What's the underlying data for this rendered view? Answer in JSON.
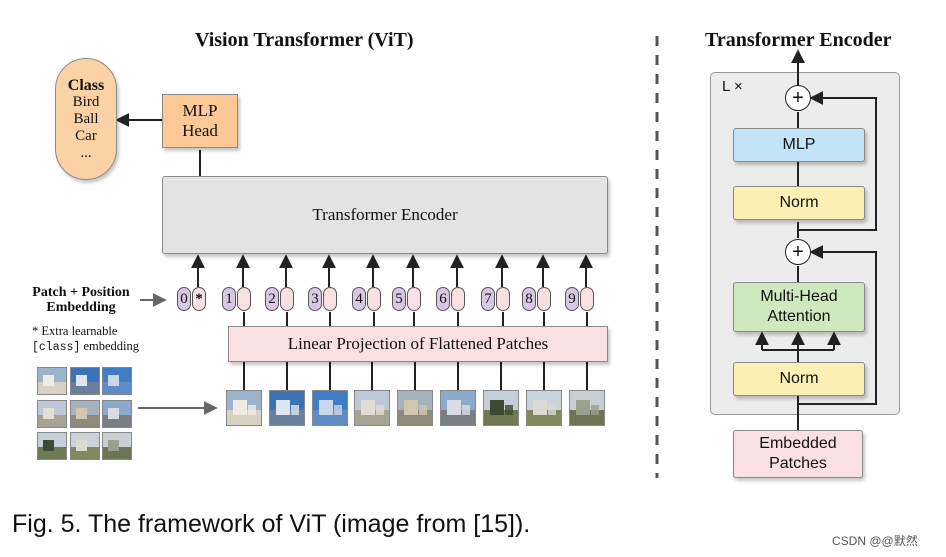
{
  "vit": {
    "title": "Vision Transformer (ViT)",
    "class_box": {
      "heading": "Class",
      "items": [
        "Bird",
        "Ball",
        "Car",
        "..."
      ]
    },
    "mlp_head": {
      "line1": "MLP",
      "line2": "Head"
    },
    "transformer_encoder_label": "Transformer Encoder",
    "patch_pos_label": {
      "line1": "Patch + Position",
      "line2": "Embedding"
    },
    "extra_note": {
      "line1": "* Extra learnable",
      "code": "[class]",
      "rest": " embedding"
    },
    "tokens": [
      "0",
      "1",
      "2",
      "3",
      "4",
      "5",
      "6",
      "7",
      "8",
      "9"
    ],
    "class_token_star": "*",
    "linear_projection": "Linear Projection of Flattened Patches"
  },
  "encoder": {
    "title": "Transformer Encoder",
    "repeat_label": "L ×",
    "mlp": "MLP",
    "norm_top": "Norm",
    "plus_top": "+",
    "plus_bottom": "+",
    "mha": {
      "line1": "Multi-Head",
      "line2": "Attention"
    },
    "norm_bottom": "Norm",
    "embedded_patches": {
      "line1": "Embedded",
      "line2": "Patches"
    }
  },
  "caption": "Fig. 5. The framework of ViT (image from [15]).",
  "watermark": "CSDN @@默然",
  "colors": {
    "class_fill": "#fbd2a6",
    "mlp_head_fill": "#fbc896",
    "encoder_fill": "#e3e3e3",
    "projection_fill": "#fbe0e3",
    "token_position_fill": "#d8c8e6",
    "token_patch_fill": "#fbe0e3",
    "mlp_fill": "#c3e3f7",
    "norm_fill": "#fcefb4",
    "mha_fill": "#cde9bd",
    "embedded_fill": "#fbe0e3",
    "encoder_panel_fill": "#ececec"
  }
}
